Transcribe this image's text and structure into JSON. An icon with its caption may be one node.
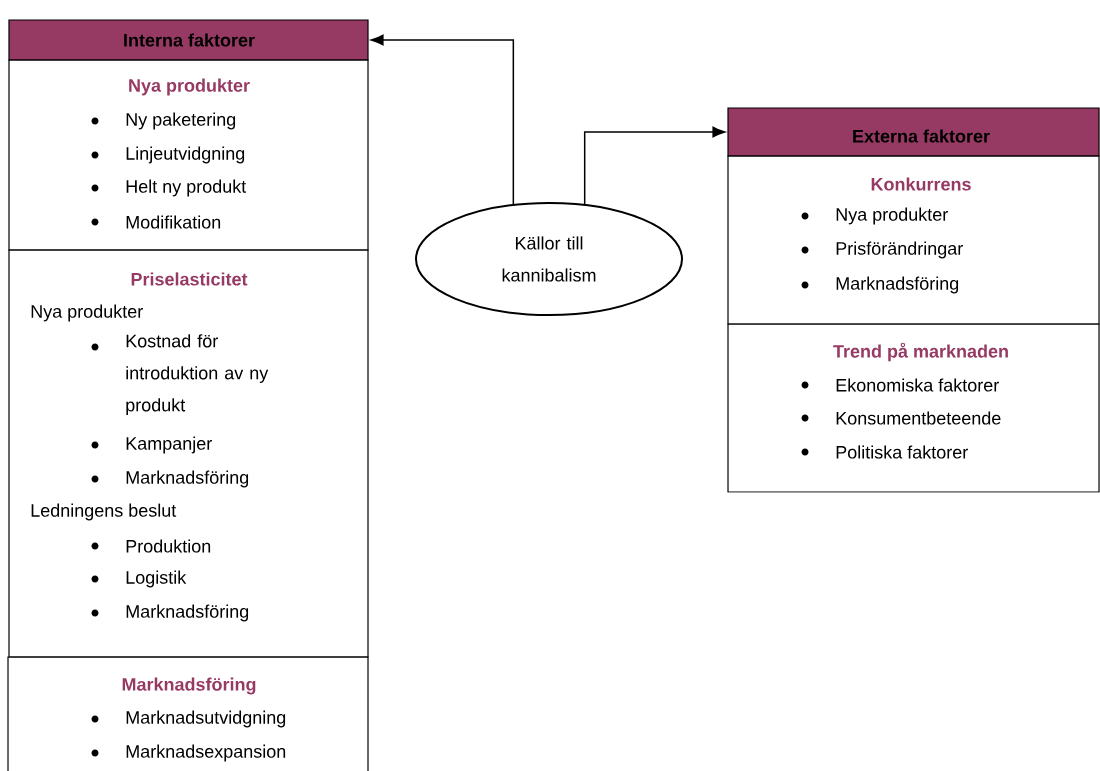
{
  "diagram": {
    "nodes": [
      {
        "text": [
          "Interna faktorer"
        ]
      },
      {
        "text": [
          "Nya produkter",
          "Ny paketering",
          "Linjeutvidgning",
          "Helt ny produkt",
          "Modifikation"
        ]
      },
      {
        "text": [
          "Priselasticitet",
          "Nya produkter",
          "Kostnad för introduktion av ny produkt",
          "Kampanjer",
          "Marknadsföring",
          "Ledningens beslut",
          "Produktion",
          "Logistik",
          "Marknadsföring"
        ]
      },
      {
        "text": [
          "Marknadsföring",
          "Marknadsutvidgning",
          "Marknadsexpansion"
        ]
      },
      {
        "text": [
          "Källor till kannibalism"
        ]
      },
      {
        "text": [
          "Externa faktorer"
        ]
      },
      {
        "text": [
          "Konkurrens",
          "Nya produkter",
          "Prisförändringar",
          "Marknadsföring"
        ]
      },
      {
        "text": [
          "Trend på marknaden",
          "Ekonomiska faktorer",
          "Konsumentbeteende",
          "Politiska faktorer"
        ]
      }
    ],
    "edges": [
      {
        "from": 4,
        "to": 0,
        "arrow": "to"
      },
      {
        "from": 4,
        "to": 5,
        "arrow": "to"
      }
    ]
  }
}
